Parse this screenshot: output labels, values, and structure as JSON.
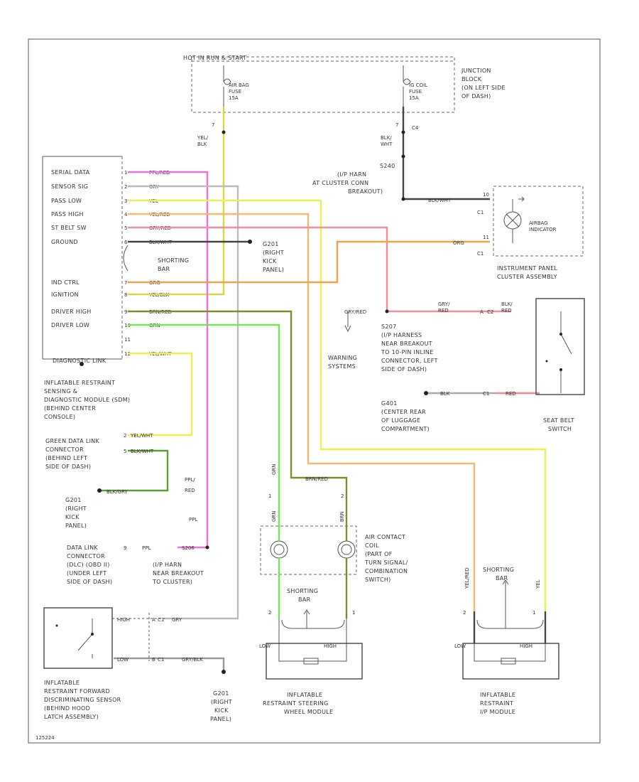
{
  "colors": {
    "ppl_red": "#f071d6",
    "gry": "#aaaaaa",
    "yel": "#eeee55",
    "yel_red": "#f6b86b",
    "gry_red": "#ef8e9a",
    "blk_wht": "#444444",
    "org": "#f5a14a",
    "yel_blk": "#d8d840",
    "brn_red": "#7a8f2a",
    "grn": "#77e455"
  },
  "junction_block": {
    "hot_label": "HOT IN RUN & START",
    "air_bag_fuse": [
      "AIR BAG",
      "FUSE",
      "15A"
    ],
    "ig_coil_fuse": [
      "IG COIL",
      "FUSE",
      "15A"
    ],
    "label": [
      "JUNCTION",
      "BLOCK",
      "(ON LEFT SIDE",
      "OF DASH)"
    ],
    "pin_c4": "C4",
    "pin_a_left": "7",
    "pin_a_right": "7",
    "wire_left": [
      "YEL/",
      "BLK"
    ],
    "wire_right": [
      "BLK/",
      "WHT"
    ]
  },
  "s240": [
    "S240",
    "(I/P HARN",
    "AT CLUSTER CONN",
    "BREAKOUT)"
  ],
  "sdm": {
    "pins": [
      {
        "num": "1",
        "label": "SERIAL DATA",
        "wire": "PPL/RED"
      },
      {
        "num": "2",
        "label": "SENSOR SIG",
        "wire": "GRY"
      },
      {
        "num": "3",
        "label": "PASS LOW",
        "wire": "YEL"
      },
      {
        "num": "4",
        "label": "PASS HIGH",
        "wire": "YEL/RED"
      },
      {
        "num": "5",
        "label": "ST BELT SW",
        "wire": "GRY/RED"
      },
      {
        "num": "6",
        "label": "GROUND",
        "wire": "BLK/WHT"
      },
      {
        "num": "7",
        "label": "IND CTRL",
        "wire": "ORG"
      },
      {
        "num": "8",
        "label": "IGNITION",
        "wire": "YEL/BLK"
      },
      {
        "num": "9",
        "label": "DRIVER HIGH",
        "wire": "BRN/RED"
      },
      {
        "num": "10",
        "label": "DRIVER LOW",
        "wire": "GRN"
      },
      {
        "num": "11",
        "label": "",
        "wire": ""
      },
      {
        "num": "12",
        "label": "",
        "wire": "YEL/WHT"
      }
    ],
    "last_label": "DIAGNOSTIC LINK",
    "shorting_bar": [
      "SHORTING",
      "BAR"
    ],
    "title": [
      "INFLATABLE RESTRAINT",
      "SENSING &",
      "DIAGNOSTIC MODULE (SDM)",
      "(BEHIND CENTER",
      "CONSOLE)"
    ]
  },
  "g201_top": [
    "G201",
    "(RIGHT",
    "KICK",
    "PANEL)"
  ],
  "airbag_indicator": {
    "label": [
      "AIRBAG",
      "INDICATOR"
    ],
    "title": [
      "INSTRUMENT PANEL",
      "CLUSTER ASSEMBLY"
    ],
    "c1_top": "C1",
    "c1_bot": "C1",
    "pin_top": "10",
    "pin_bot": "11",
    "wire_top": "BLK/WHT",
    "wire_bot": "ORG"
  },
  "s207": {
    "wire_in": "GRY/RED",
    "wire_out": [
      "GRY/",
      "RED"
    ],
    "label": [
      "S207",
      "(I/P HARNESS",
      "NEAR BREAKOUT",
      "TO 10-PIN INLINE",
      "CONNECTOR, LEFT",
      "SIDE OF DASH)"
    ],
    "c_pin": "A",
    "c_name": "C2"
  },
  "warning_systems": [
    "WARNING",
    "SYSTEMS"
  ],
  "seat_belt": {
    "wire_in": [
      "BLK/",
      "RED"
    ],
    "wire_gnd_a": "BLK",
    "wire_gnd_b": "RED",
    "pin_c1": "C1",
    "title": [
      "SEAT BELT",
      "SWITCH"
    ]
  },
  "g401": [
    "G401",
    "(CENTER REAR",
    "OF LUGGAGE",
    "COMPARTMENT)"
  ],
  "dlc_upper": {
    "pins": [
      {
        "num": "2",
        "wire": "YEL/WHT"
      },
      {
        "num": "5",
        "wire": "BLK/WHT"
      }
    ],
    "title": [
      "GREEN DATA LINK",
      "CONNECTOR",
      "(BEHIND LEFT",
      "SIDE OF DASH)"
    ]
  },
  "g201_mid": {
    "wire": "BLK/GRY",
    "label": [
      "G201",
      "(RIGHT",
      "KICK",
      "PANEL)"
    ]
  },
  "dlc_lower": {
    "pin": "9",
    "wire": "PPL",
    "label": [
      "DATA LINK",
      "CONNECTOR",
      "(DLC) (OBD II)",
      "(UNDER LEFT",
      "SIDE OF DASH)"
    ],
    "s206": "S206",
    "s_label": [
      "(I/P HARN",
      "NEAR BREAKOUT",
      "TO CLUSTER)"
    ],
    "wire_a": [
      "PPL/",
      "RED"
    ],
    "wire_b": "PPL"
  },
  "coil": {
    "pin_a": "1",
    "pin_b": "2",
    "wire_a": "GRN",
    "wire_b": "BRN/RED",
    "label": [
      "AIR CONTACT",
      "COIL",
      "(PART OF",
      "TURN SIGNAL/",
      "COMBINATION",
      "SWITCH)"
    ],
    "wire_down_a": "GRN",
    "wire_down_b": "BRN"
  },
  "steering_module": {
    "shorting_bar": [
      "SHORTING",
      "BAR"
    ],
    "pin_low": "LOW",
    "pin_high": "HIGH",
    "pin_l": "2",
    "pin_r": "1",
    "title": [
      "INFLATABLE",
      "RESTRAINT STEERING",
      "WHEEL MODULE"
    ]
  },
  "pass_module": {
    "shorting_bar": [
      "SHORTING",
      "BAR"
    ],
    "pin_low": "LOW",
    "pin_high": "HIGH",
    "pin_l": "2",
    "pin_r": "1",
    "wire_l": "YEL/RED",
    "wire_r": "YEL",
    "title": [
      "INFLATABLE",
      "RESTRAINT",
      "I/P MODULE"
    ]
  },
  "fwd_sensor": {
    "wire_top": "GRY",
    "wire_bot": "GRY/BLK",
    "pin_top": "C1",
    "pin_bot": "C1",
    "pin_a": "A",
    "pin_b": "B",
    "wire_high": "HIGH",
    "wire_low": "LOW",
    "title": [
      "INFLATABLE",
      "RESTRAINT FORWARD",
      "DISCRIMINATING SENSOR",
      "(BEHIND HOOD",
      "LATCH ASSEMBLY)"
    ]
  },
  "g201_bot": [
    "G201",
    "(RIGHT",
    "KICK",
    "PANEL)"
  ],
  "footer_code": "125224"
}
